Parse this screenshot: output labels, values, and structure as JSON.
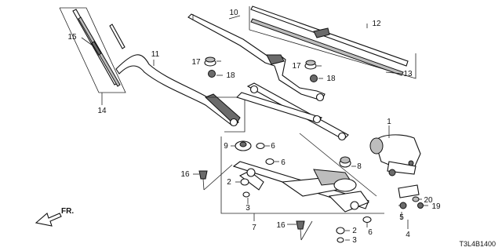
{
  "diagram_code": "T3L4B1400",
  "front_indicator": "FR.",
  "callouts": [
    "1",
    "2",
    "2",
    "3",
    "3",
    "4",
    "5",
    "6",
    "6",
    "6",
    "7",
    "8",
    "9",
    "10",
    "11",
    "12",
    "13",
    "14",
    "15",
    "16",
    "16",
    "17",
    "17",
    "18",
    "18",
    "19",
    "20"
  ]
}
